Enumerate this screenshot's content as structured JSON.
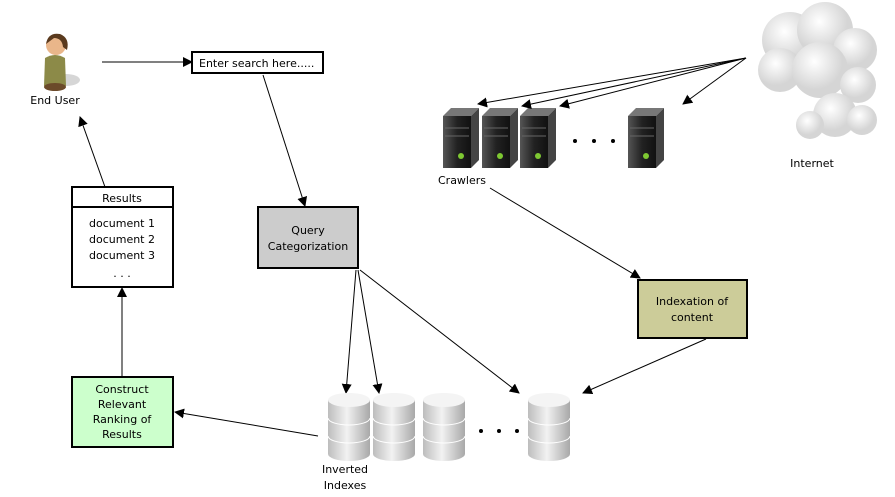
{
  "nodes": {
    "end_user": "End User",
    "search_box": "Enter search here.....",
    "results_title": "Results",
    "results_items": [
      "document 1",
      "document 2",
      "document 3",
      ". . ."
    ],
    "query": [
      "Query",
      "Categorization"
    ],
    "construct": [
      "Construct",
      "Relevant",
      "Ranking of",
      "Results"
    ],
    "indexation": [
      "Indexation of",
      "content"
    ],
    "crawlers": "Crawlers",
    "internet": "Internet",
    "inverted": [
      "Inverted",
      "Indexes"
    ]
  },
  "colors": {
    "query_fill": "#cccccc",
    "construct_fill": "#ccffcc",
    "indexation_fill": "#cccc99"
  },
  "icons": {
    "user": "user-figure-icon",
    "server": "server-icon",
    "database": "database-cylinder-icon",
    "cloud": "cloud-icon"
  }
}
